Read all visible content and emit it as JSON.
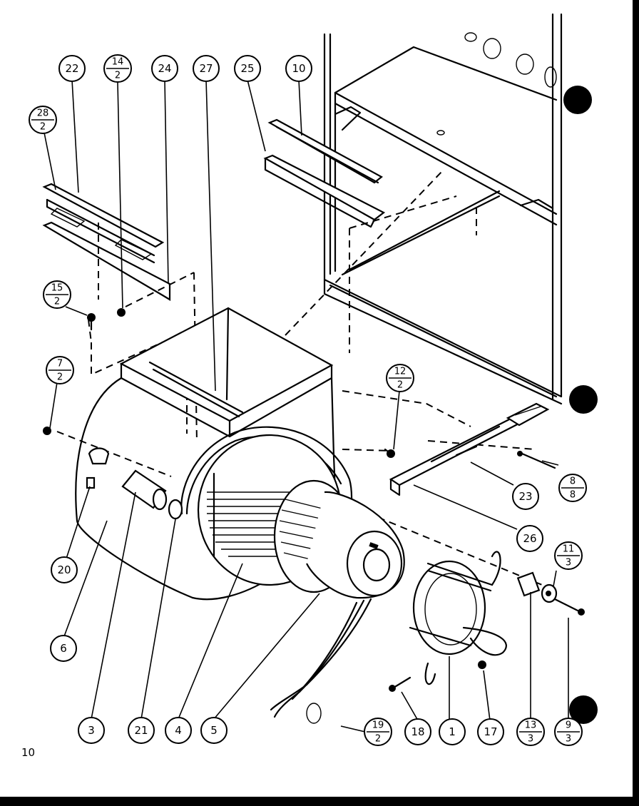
{
  "page_number": "10",
  "callouts": {
    "c1": "1",
    "c3": "3",
    "c4": "4",
    "c5": "5",
    "c6": "6",
    "c10": "10",
    "c17": "17",
    "c18": "18",
    "c20": "20",
    "c21": "21",
    "c22": "22",
    "c23": "23",
    "c24": "24",
    "c25": "25",
    "c26": "26",
    "c27": "27"
  },
  "fraction_callouts": {
    "f28": {
      "top": "28",
      "bottom": "2"
    },
    "f14": {
      "top": "14",
      "bottom": "2"
    },
    "f15": {
      "top": "15",
      "bottom": "2"
    },
    "f7": {
      "top": "7",
      "bottom": "2"
    },
    "f12": {
      "top": "12",
      "bottom": "2"
    },
    "f8": {
      "top": "8",
      "bottom": "8"
    },
    "f11": {
      "top": "11",
      "bottom": "3"
    },
    "f13": {
      "top": "13",
      "bottom": "3"
    },
    "f9": {
      "top": "9",
      "bottom": "3"
    },
    "f19": {
      "top": "19",
      "bottom": "2"
    }
  }
}
